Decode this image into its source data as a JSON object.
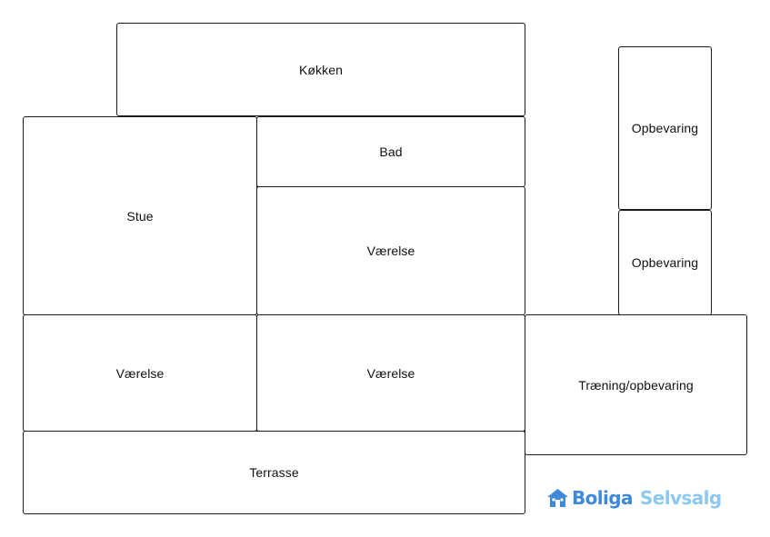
{
  "floorplan": {
    "rooms": {
      "kitchen": "Køkken",
      "storage_upper": "Opbevaring",
      "storage_lower": "Opbevaring",
      "living_room": "Stue",
      "bathroom": "Bad",
      "bedroom_middle": "Værelse",
      "bedroom_left": "Værelse",
      "bedroom_right": "Værelse",
      "gym_storage": "Træning/opbevaring",
      "terrace": "Terrasse"
    }
  },
  "logo": {
    "word1": "Boliga",
    "word2": "Selvsalg",
    "icon": "house-icon",
    "colors": {
      "primary": "#3f8ad8",
      "secondary": "#8cc8f2"
    }
  }
}
